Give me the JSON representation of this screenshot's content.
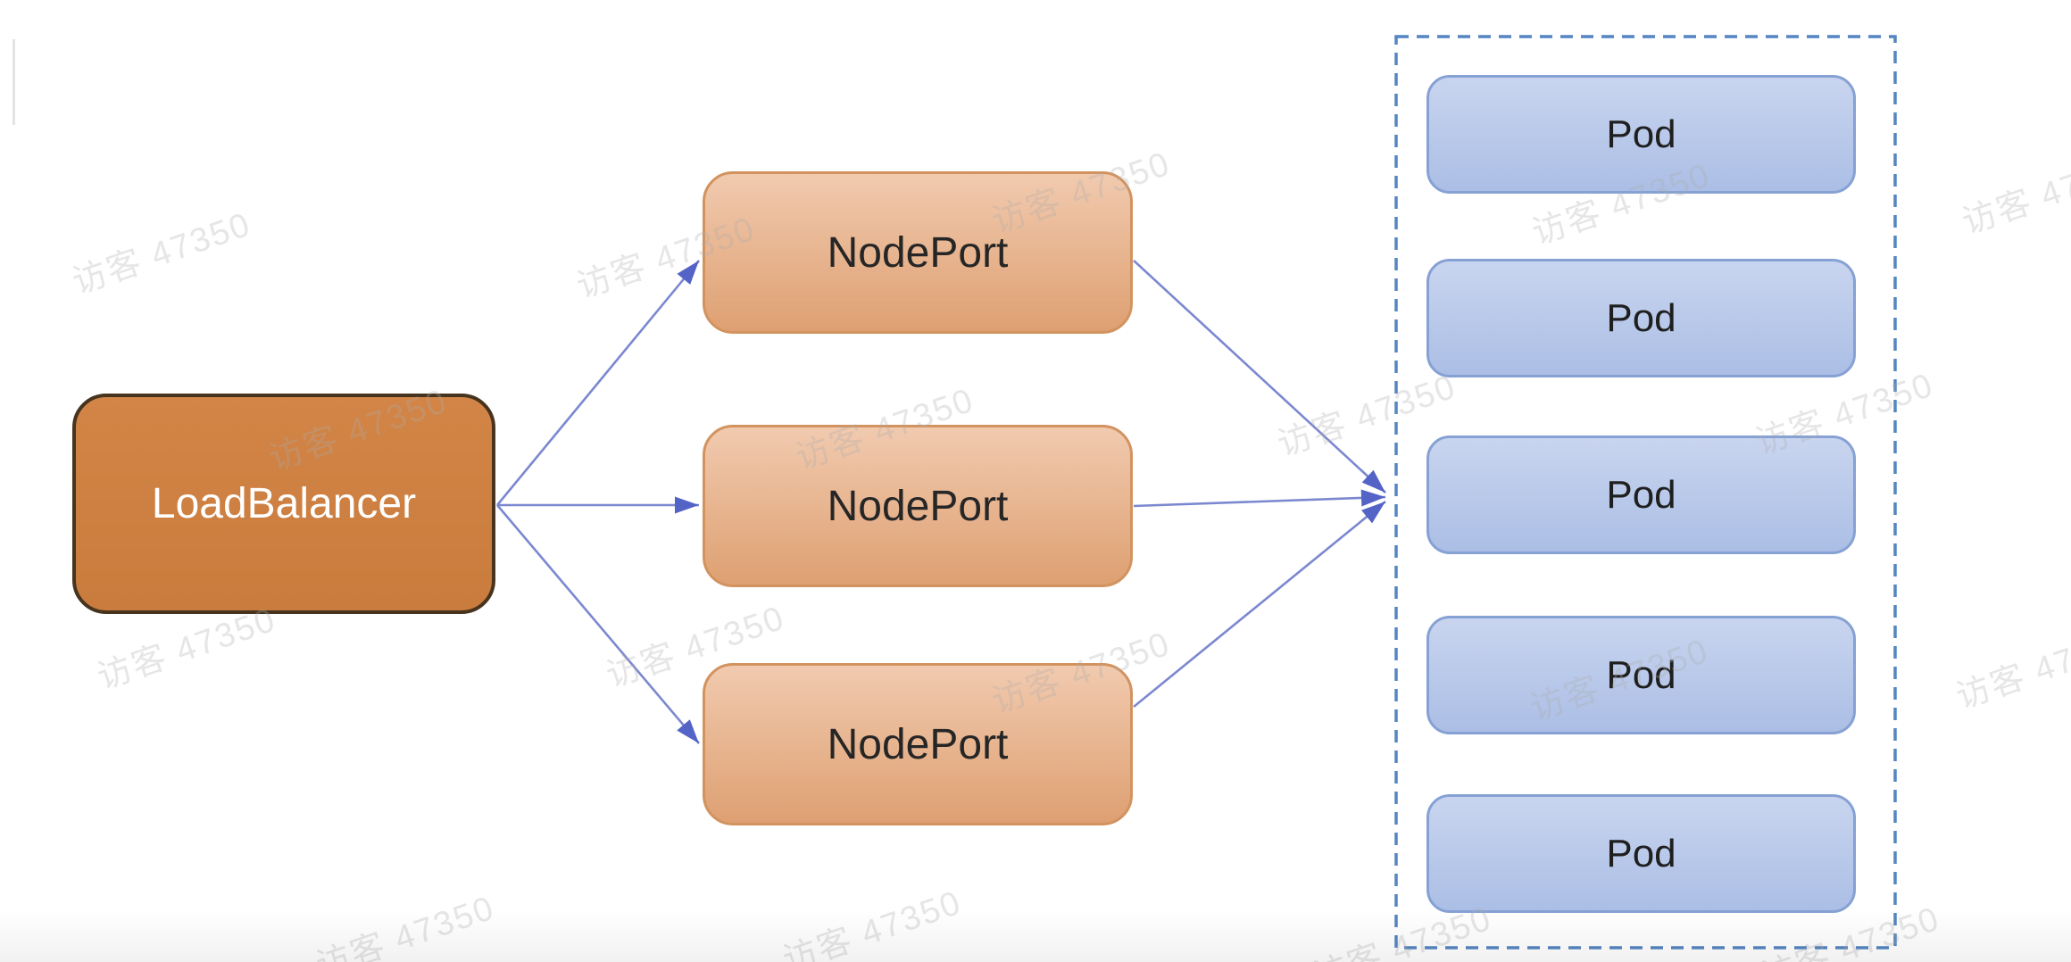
{
  "nodes": {
    "loadbalancer": {
      "label": "LoadBalancer"
    },
    "nodeports": [
      {
        "label": "NodePort"
      },
      {
        "label": "NodePort"
      },
      {
        "label": "NodePort"
      }
    ],
    "pods": [
      {
        "label": "Pod"
      },
      {
        "label": "Pod"
      },
      {
        "label": "Pod"
      },
      {
        "label": "Pod"
      },
      {
        "label": "Pod"
      }
    ]
  },
  "watermark": {
    "text": "访客 47350"
  },
  "colors": {
    "lb_fill_top": "#D28546",
    "lb_fill_bottom": "#C97C3D",
    "lb_border": "#46341F",
    "lb_text": "#FFFFFF",
    "np_fill_top": "#F1CAAF",
    "np_fill_bottom": "#DEA072",
    "np_border": "#D2935F",
    "np_text": "#262626",
    "pod_fill_top": "#C9D5EF",
    "pod_fill_bottom": "#ABBEE5",
    "pod_border": "#86A1D4",
    "pod_text": "#1F1F1F",
    "arrow_line": "#7B88D0",
    "arrow_head": "#5363C6",
    "dashed_border": "#5585C2",
    "watermark": "rgba(173,173,173,0.30)"
  }
}
